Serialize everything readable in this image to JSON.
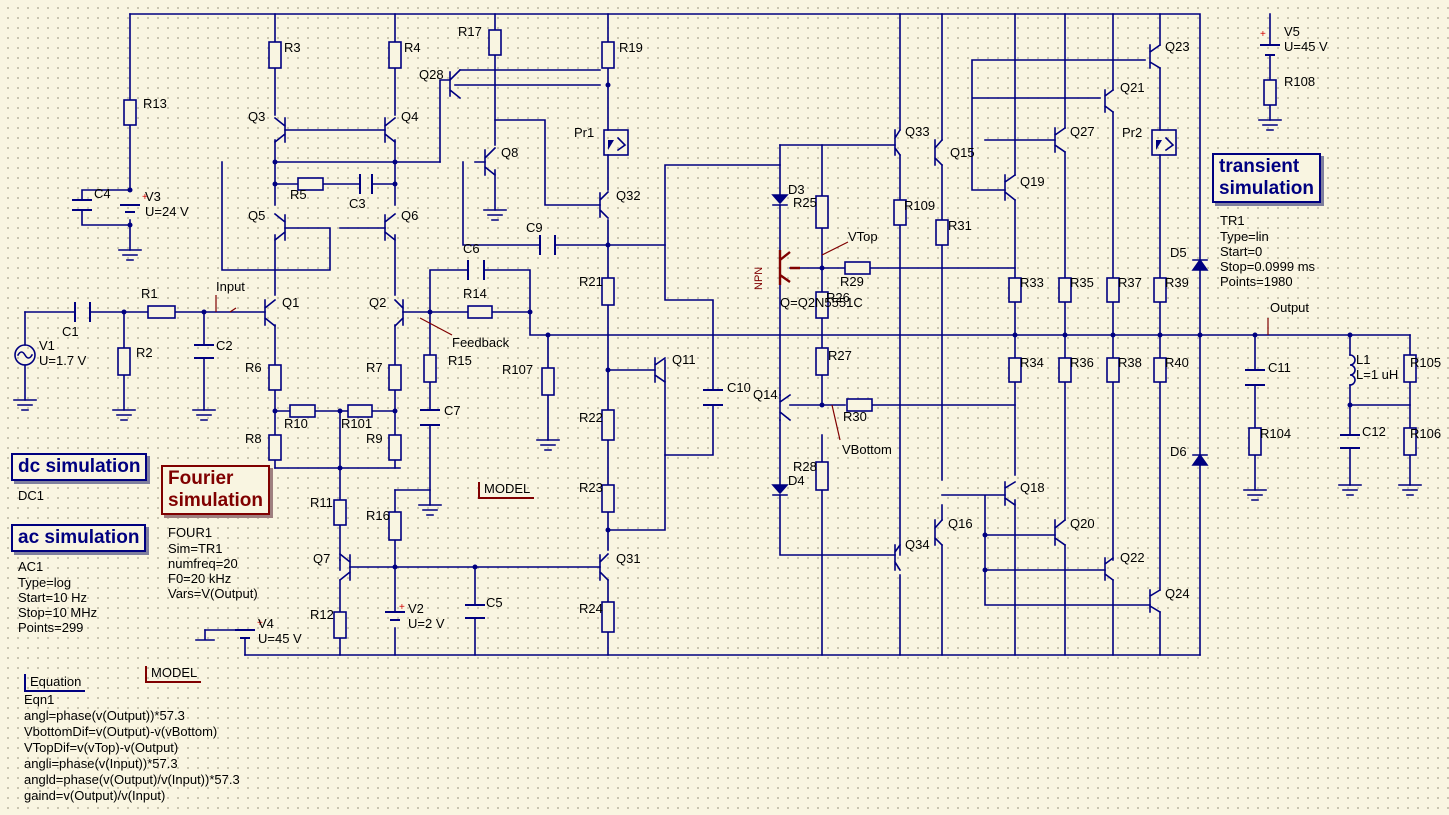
{
  "components": {
    "resistors": [
      "R1",
      "R2",
      "R3",
      "R4",
      "R5",
      "R6",
      "R7",
      "R8",
      "R9",
      "R10",
      "R101",
      "R11",
      "R12",
      "R13",
      "R14",
      "R15",
      "R16",
      "R17",
      "R19",
      "R21",
      "R22",
      "R23",
      "R24",
      "R25",
      "R26",
      "R27",
      "R28",
      "R29",
      "R30",
      "R31",
      "R33",
      "R34",
      "R35",
      "R36",
      "R37",
      "R38",
      "R39",
      "R40",
      "R104",
      "R105",
      "R106",
      "R107",
      "R108",
      "R109"
    ],
    "transistors": [
      "Q1",
      "Q2",
      "Q3",
      "Q4",
      "Q5",
      "Q6",
      "Q7",
      "Q8",
      "Q11",
      "Q14",
      "Q15",
      "Q16",
      "Q18",
      "Q19",
      "Q20",
      "Q21",
      "Q22",
      "Q23",
      "Q24",
      "Q27",
      "Q28",
      "Q31",
      "Q32",
      "Q33",
      "Q34"
    ],
    "capacitors": [
      "C1",
      "C2",
      "C3",
      "C4",
      "C5",
      "C6",
      "C7",
      "C9",
      "C10",
      "C11",
      "C12"
    ],
    "diodes": [
      "D3",
      "D4",
      "D5",
      "D6"
    ],
    "probes": [
      "Pr1",
      "Pr2"
    ],
    "inductor": "L1",
    "inductor_value": "L=1 uH",
    "npn_tag": "NPN",
    "npn_model": "Q=Q2N5551C"
  },
  "sources": {
    "v1_name": "V1",
    "v1_value": "U=1.7 V",
    "v2_name": "V2",
    "v2_value": "U=2 V",
    "v3_name": "V3",
    "v3_value": "U=24 V",
    "v4_name": "V4",
    "v4_value": "U=45 V",
    "v5_name": "V5",
    "v5_value": "U=45 V"
  },
  "nets": {
    "input": "Input",
    "feedback": "Feedback",
    "vtop": "VTop",
    "vbottom": "VBottom",
    "output": "Output"
  },
  "simulations": {
    "dc": {
      "title": "dc simulation",
      "name": "DC1"
    },
    "ac": {
      "title": "ac simulation",
      "name": "AC1",
      "params": "Type=log\nStart=10 Hz\nStop=10 MHz\nPoints=299"
    },
    "fourier": {
      "title_line1": "Fourier",
      "title_line2": "simulation",
      "name": "FOUR1",
      "params": "Sim=TR1\nnumfreq=20\nF0=20 kHz\nVars=V(Output)"
    },
    "transient": {
      "title_line1": "transient",
      "title_line2": "simulation",
      "name": "TR1",
      "params": "Type=lin\nStart=0\nStop=0.0999 ms\nPoints=1980"
    }
  },
  "models": {
    "model1": "MODEL",
    "model2": "MODEL"
  },
  "equation": {
    "header": "Equation",
    "name": "Eqn1",
    "lines": [
      "angl=phase(v(Output))*57.3",
      "VbottomDif=v(Output)-v(vBottom)",
      "VTopDif=v(vTop)-v(Output)",
      "angli=phase(v(Input))*57.3",
      "angld=phase(v(Output)/v(Input))*57.3",
      "gaind=v(Output)/v(Input)"
    ]
  },
  "colors": {
    "wire": "#000080",
    "background": "#f9f5e1",
    "component_text": "#000000",
    "fourier_accent": "#800000"
  }
}
